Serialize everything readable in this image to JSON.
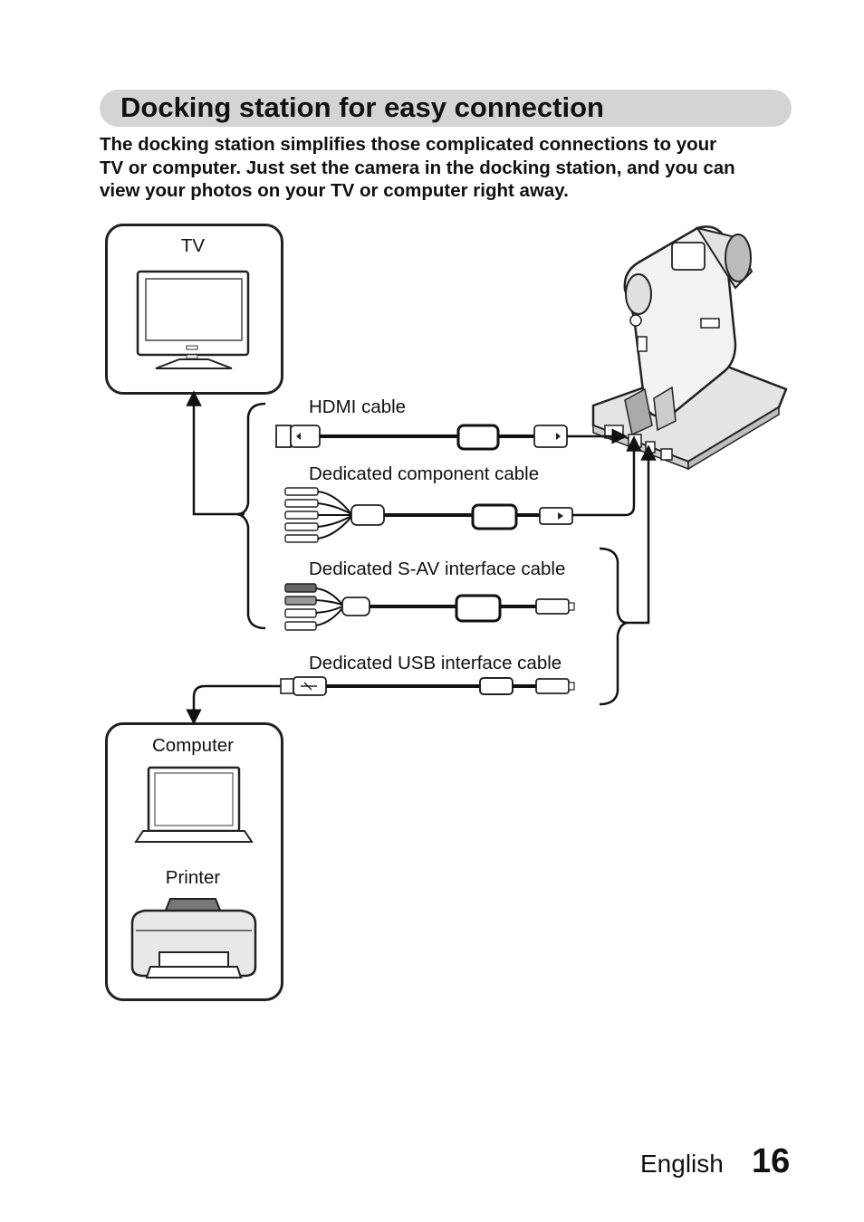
{
  "header": {
    "title": "Docking station for easy connection",
    "intro_lines": [
      "The docking station simplifies those complicated connections to your",
      "TV or computer. Just set the camera in the docking station, and you can",
      "view your photos on your TV or computer right away."
    ]
  },
  "diagram": {
    "tv_label": "TV",
    "computer_label": "Computer",
    "printer_label": "Printer",
    "cables": [
      "HDMI cable",
      "Dedicated component cable",
      "Dedicated S-AV interface cable",
      "Dedicated USB interface cable"
    ]
  },
  "footer": {
    "language": "English",
    "page_number": "16"
  }
}
